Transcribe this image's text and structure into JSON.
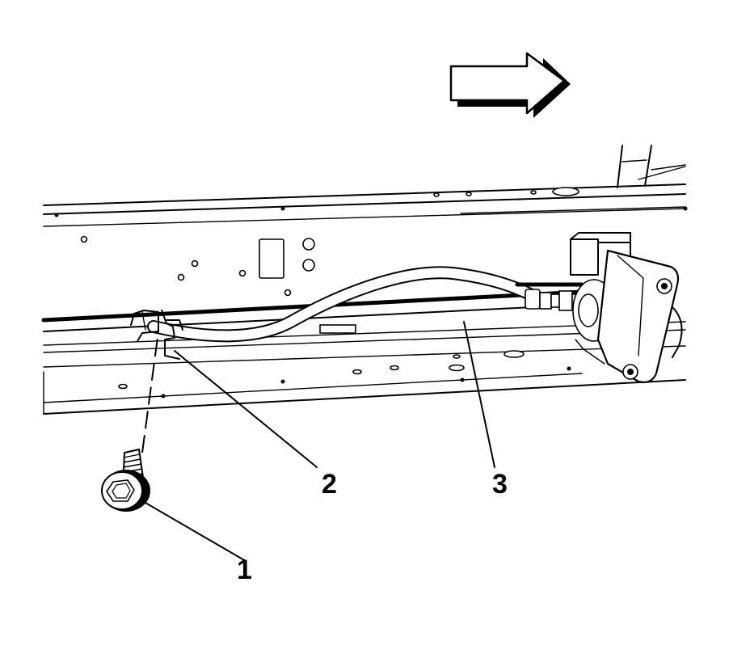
{
  "callouts": [
    {
      "id": "1",
      "label": "1"
    },
    {
      "id": "2",
      "label": "2"
    },
    {
      "id": "3",
      "label": "3"
    }
  ],
  "direction_arrow": {
    "icon": "arrow-right-icon",
    "meaning": "forward"
  },
  "colors": {
    "line": "#000000",
    "background": "#ffffff"
  }
}
